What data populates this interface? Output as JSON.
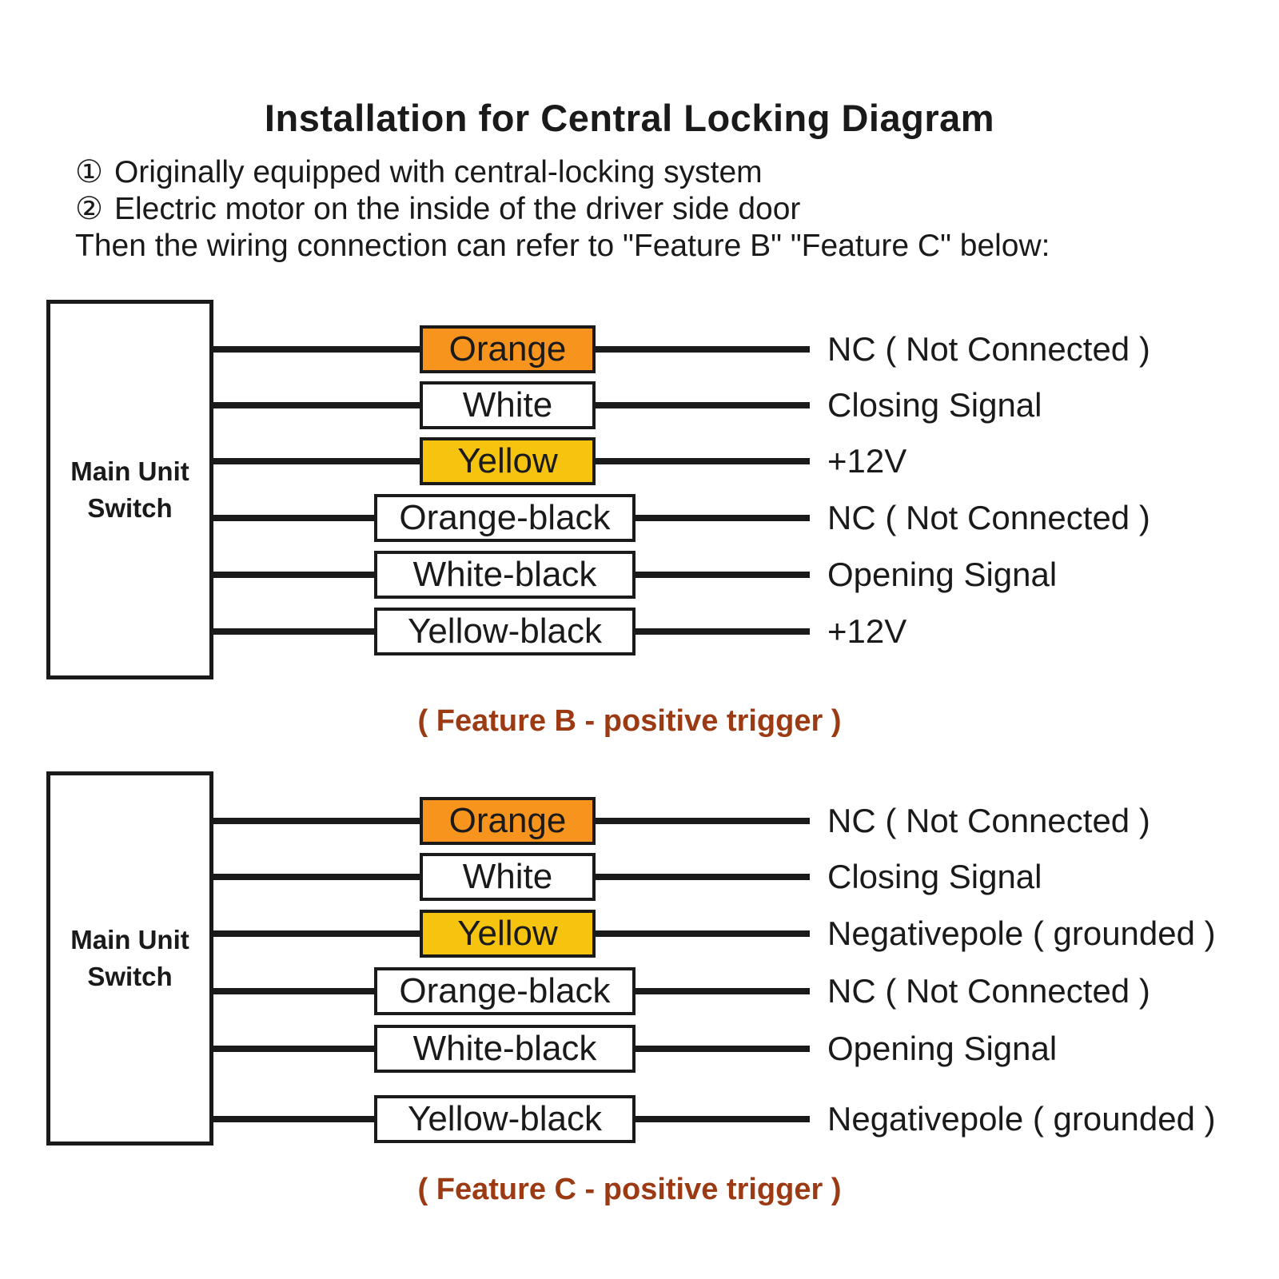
{
  "title": "Installation for Central Locking Diagram",
  "intro": {
    "item1_bullet": "①",
    "item1_text": "Originally equipped with central-locking system",
    "item2_bullet": "②",
    "item2_text": "Electric motor on the inside of the driver side door",
    "note": "Then the wiring connection can refer to \"Feature B\" \"Feature C\" below:"
  },
  "colors": {
    "orange": "#F7941D",
    "yellow": "#F6C40E",
    "white": "#FFFFFF",
    "caption": "#9C3A14",
    "ink": "#1A1A1A"
  },
  "sections": [
    {
      "source_label": "Main Unit\nSwitch",
      "caption": "( Feature B - positive trigger )",
      "rows": [
        {
          "label": "Orange",
          "fill": "#F7941D",
          "signal": "NC ( Not Connected )"
        },
        {
          "label": "White",
          "fill": "#FFFFFF",
          "signal": "Closing Signal"
        },
        {
          "label": "Yellow",
          "fill": "#F6C40E",
          "signal": "+12V"
        },
        {
          "label": "Orange-black",
          "fill": "#FFFFFF",
          "signal": "NC ( Not Connected )"
        },
        {
          "label": "White-black",
          "fill": "#FFFFFF",
          "signal": "Opening Signal"
        },
        {
          "label": "Yellow-black",
          "fill": "#FFFFFF",
          "signal": "+12V"
        }
      ]
    },
    {
      "source_label": "Main Unit\nSwitch",
      "caption": "( Feature C - positive trigger )",
      "rows": [
        {
          "label": "Orange",
          "fill": "#F7941D",
          "signal": "NC ( Not Connected )"
        },
        {
          "label": "White",
          "fill": "#FFFFFF",
          "signal": "Closing Signal"
        },
        {
          "label": "Yellow",
          "fill": "#F6C40E",
          "signal": "Negativepole ( grounded )"
        },
        {
          "label": "Orange-black",
          "fill": "#FFFFFF",
          "signal": "NC ( Not Connected )"
        },
        {
          "label": "White-black",
          "fill": "#FFFFFF",
          "signal": "Opening Signal"
        },
        {
          "label": "Yellow-black",
          "fill": "#FFFFFF",
          "signal": "Negativepole ( grounded )"
        }
      ]
    }
  ]
}
